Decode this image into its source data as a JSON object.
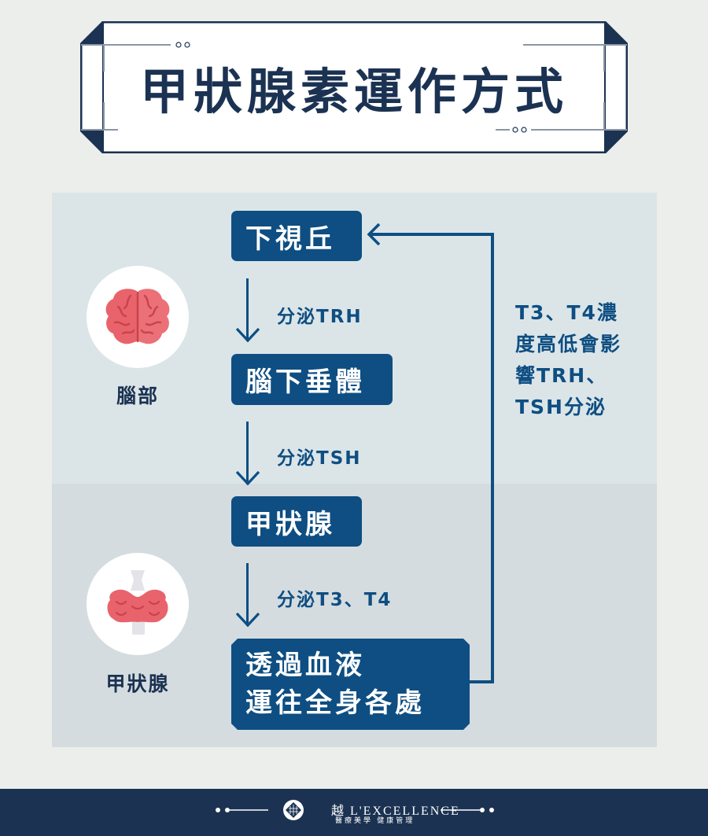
{
  "title": "甲狀腺素運作方式",
  "colors": {
    "background": "#eceeeb",
    "navy": "#1b3252",
    "box_blue": "#0e4e82",
    "panel_top": "#dbe5e8",
    "panel_bottom": "#d5dcdf",
    "organ_red": "#e8636b"
  },
  "organs": [
    {
      "label": "腦部",
      "icon": "brain-icon"
    },
    {
      "label": "甲狀腺",
      "icon": "thyroid-icon"
    }
  ],
  "flow": {
    "steps": [
      {
        "label": "下視丘"
      },
      {
        "label": "腦下垂體"
      },
      {
        "label": "甲狀腺"
      },
      {
        "label_line1": "透過血液",
        "label_line2": "運往全身各處"
      }
    ],
    "arrows": [
      {
        "label": "分泌TRH"
      },
      {
        "label": "分泌TSH"
      },
      {
        "label": "分泌T3、T4"
      }
    ],
    "feedback": {
      "lines": [
        "T3、T4濃",
        "度高低會影",
        "響TRH、",
        "TSH分泌"
      ]
    }
  },
  "footer": {
    "brand_name": "越 L'EXCELLENCE",
    "brand_subtitle": "醫療美學 健康管理"
  }
}
